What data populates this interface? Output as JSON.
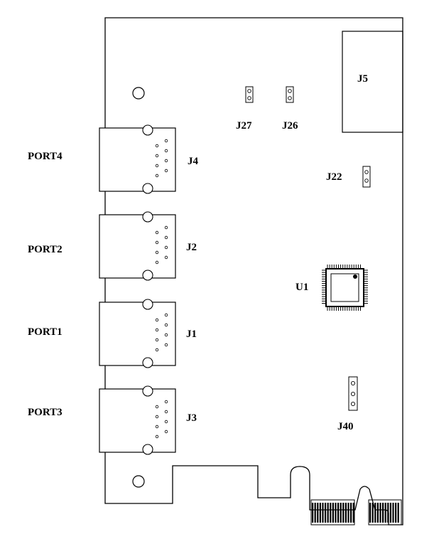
{
  "colors": {
    "line": "#000000",
    "background": "#ffffff"
  },
  "ports": [
    {
      "label": "PORT4",
      "connector": "J4"
    },
    {
      "label": "PORT2",
      "connector": "J2"
    },
    {
      "label": "PORT1",
      "connector": "J1"
    },
    {
      "label": "PORT3",
      "connector": "J3"
    }
  ],
  "components": {
    "j5": "J5",
    "j27": "J27",
    "j26": "J26",
    "j22": "J22",
    "u1": "U1",
    "j40": "J40"
  }
}
